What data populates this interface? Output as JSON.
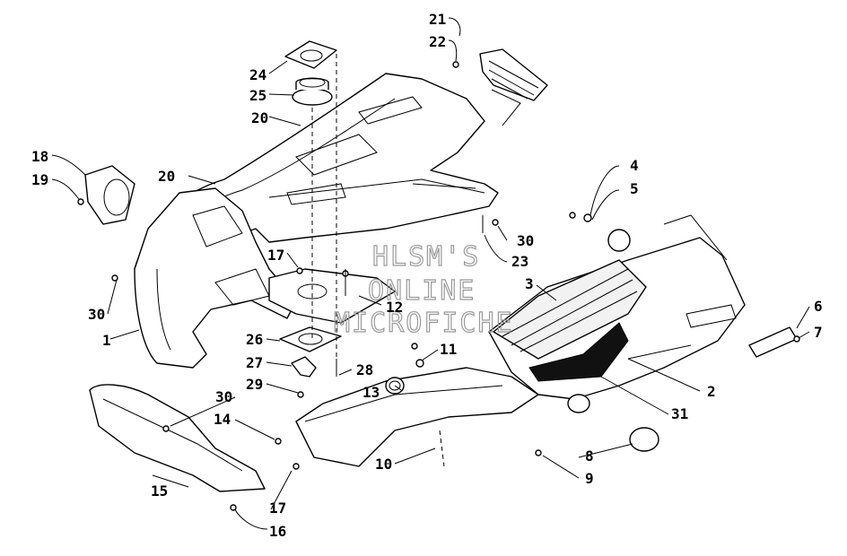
{
  "watermark": {
    "line1": "HLSM'S",
    "line2": "ONLINE",
    "line3": "MICROFICHE"
  },
  "callouts": [
    "1",
    "2",
    "3",
    "4",
    "5",
    "6",
    "7",
    "8",
    "9",
    "10",
    "11",
    "12",
    "13",
    "14",
    "15",
    "16",
    "17",
    "17",
    "18",
    "19",
    "20",
    "20",
    "21",
    "22",
    "23",
    "24",
    "25",
    "26",
    "27",
    "28",
    "29",
    "30",
    "30",
    "30",
    "31"
  ]
}
